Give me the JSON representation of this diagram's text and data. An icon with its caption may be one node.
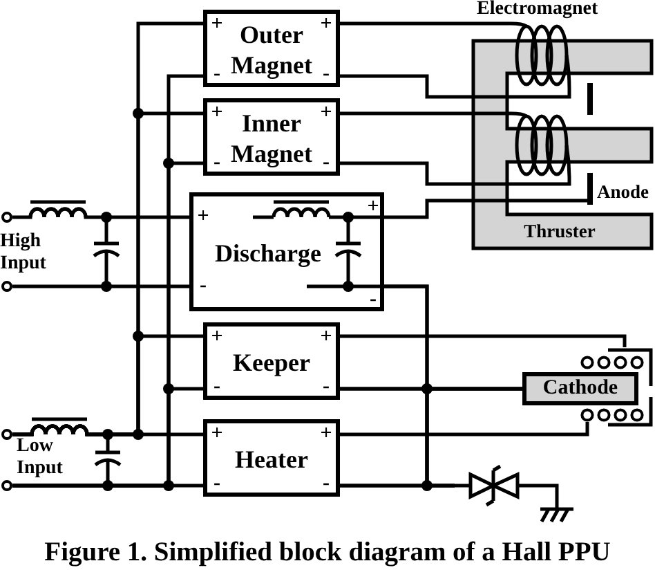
{
  "diagram": {
    "caption": "Figure 1. Simplified block diagram of a Hall PPU",
    "nodes": [
      {
        "text": [],
        "shape": "circle"
      },
      {
        "text": [],
        "shape": "circle"
      },
      {
        "text": [],
        "shape": "circle"
      },
      {
        "text": [],
        "shape": "circle"
      },
      {
        "text": [
          "+",
          "-",
          "Outer Magnet",
          "+",
          "-"
        ]
      },
      {
        "text": [
          "+",
          "-",
          "Inner Magnet",
          "+",
          "-"
        ]
      },
      {
        "text": [
          "+",
          "+",
          "Discharge",
          "-",
          "-"
        ]
      },
      {
        "text": [
          "+",
          "+",
          "Keeper",
          "-",
          "-"
        ]
      },
      {
        "text": [
          "+",
          "+",
          "Heater",
          "-",
          "-"
        ]
      },
      {
        "text": [
          "Thruster"
        ]
      },
      {
        "text": [],
        "shape": "coil"
      },
      {
        "text": [],
        "shape": "coil",
        "in": 9
      },
      {
        "text": [],
        "shape": "bar",
        "in": 9
      },
      {
        "text": [],
        "shape": "bar",
        "in": 9,
        "beside": [
          "Anode"
        ]
      },
      {
        "text": [],
        "shape": "bracket"
      },
      {
        "text": [],
        "shape": "coil"
      },
      {
        "text": [
          "Cathode"
        ]
      },
      {
        "text": [],
        "shape": "coil"
      },
      {
        "text": [],
        "shape": "diode"
      },
      {
        "text": [],
        "shape": "ground"
      }
    ],
    "edges": [
      {
        "from": 0,
        "to": 6,
        "arrow": "none"
      },
      {
        "from": 1,
        "to": 6,
        "arrow": "none"
      },
      {
        "from": 2,
        "to": 4,
        "arrow": "none"
      },
      {
        "from": 2,
        "to": 5,
        "arrow": "none"
      },
      {
        "from": 2,
        "to": 7,
        "arrow": "none"
      },
      {
        "from": 2,
        "to": 8,
        "arrow": "none"
      },
      {
        "from": 3,
        "to": 4,
        "arrow": "none"
      },
      {
        "from": 3,
        "to": 5,
        "arrow": "none"
      },
      {
        "from": 3,
        "to": 7,
        "arrow": "none"
      },
      {
        "from": 3,
        "to": 8,
        "arrow": "none"
      },
      {
        "from": 4,
        "to": 10,
        "arrow": "none"
      },
      {
        "from": 4,
        "to": 10,
        "arrow": "none"
      },
      {
        "from": 5,
        "to": 11,
        "arrow": "none"
      },
      {
        "from": 5,
        "to": 11,
        "arrow": "none"
      },
      {
        "from": 6,
        "to": 13,
        "arrow": "none"
      },
      {
        "from": 6,
        "to": 16,
        "arrow": "none"
      },
      {
        "from": 6,
        "to": 18,
        "arrow": "none"
      },
      {
        "from": 7,
        "to": 14,
        "arrow": "none"
      },
      {
        "from": 7,
        "to": 16,
        "arrow": "none"
      },
      {
        "from": 7,
        "to": 18,
        "arrow": "none"
      },
      {
        "from": 8,
        "to": 17,
        "arrow": "none"
      },
      {
        "from": 8,
        "to": 16,
        "arrow": "none"
      },
      {
        "from": 8,
        "to": 18,
        "arrow": "none"
      },
      {
        "from": 18,
        "to": 19,
        "arrow": "none"
      }
    ],
    "labels": [
      "Electromagnet",
      "High Input",
      "Low Input"
    ]
  }
}
